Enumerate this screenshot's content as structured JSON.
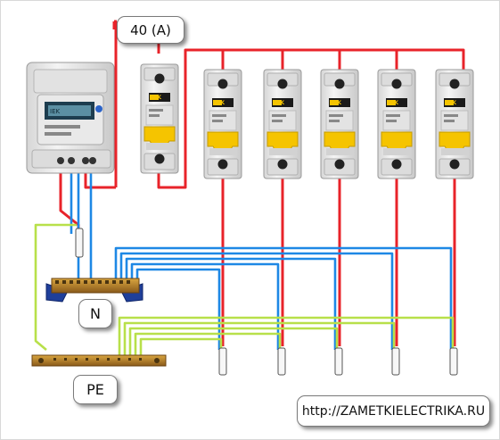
{
  "labels": {
    "current_rating": "40 (А)",
    "neutral_bus": "N",
    "ground_bus": "PE",
    "website": "http://ZAMETKIELECTRIKA.RU"
  },
  "meter": {
    "brand_text": "IEK"
  },
  "breakers": {
    "brand_text": "IEK",
    "count_main": 1,
    "count_group": 5
  },
  "colors": {
    "phase_wire": "#e8232a",
    "neutral_wire": "#1e88e5",
    "ground_wire": "#b8e04a",
    "breaker_handle": "#f5c400",
    "device_body": "#ececec"
  }
}
